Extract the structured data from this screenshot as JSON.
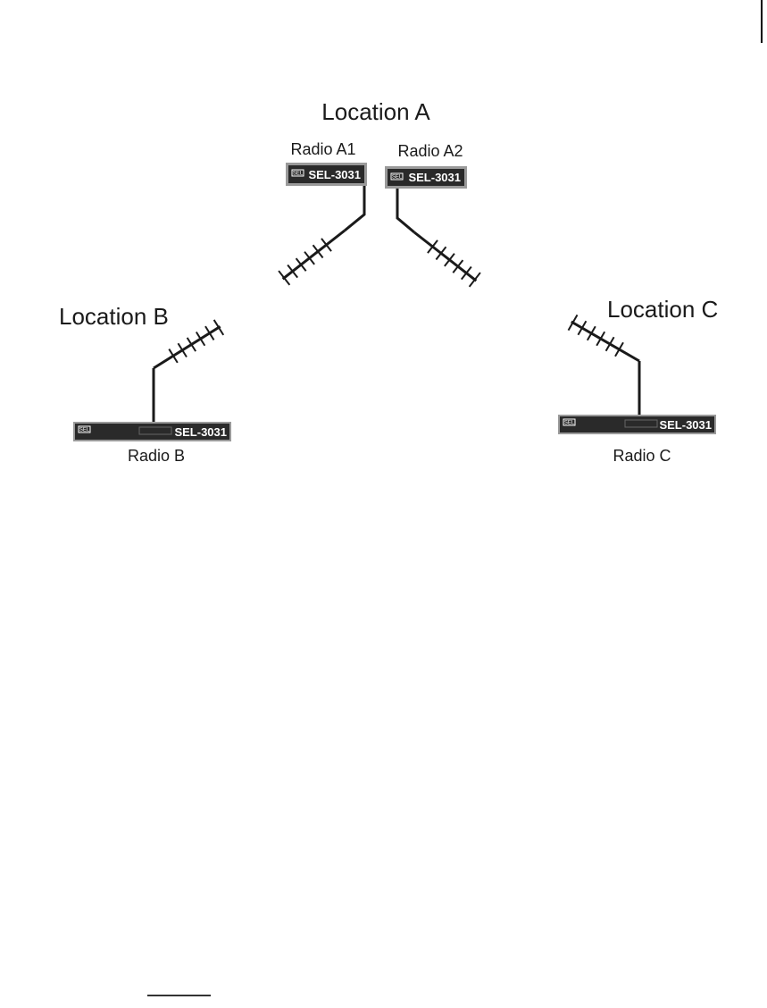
{
  "locations": {
    "a": {
      "label": "Location A"
    },
    "b": {
      "label": "Location B"
    },
    "c": {
      "label": "Location C"
    }
  },
  "radios": {
    "a1": {
      "label": "Radio A1",
      "model": "SEL-3031",
      "logo": "SEL"
    },
    "a2": {
      "label": "Radio A2",
      "model": "SEL-3031",
      "logo": "SEL"
    },
    "b": {
      "label": "Radio B",
      "model": "SEL-3031",
      "logo": "SEL"
    },
    "c": {
      "label": "Radio C",
      "model": "SEL-3031",
      "logo": "SEL"
    }
  },
  "icons": [
    "yagi-antenna-icon",
    "radio-unit-icon"
  ],
  "colors": {
    "radio_body": "#2a2a2a",
    "radio_frame": "#9a9a9a",
    "line": "#1a1a1a"
  }
}
